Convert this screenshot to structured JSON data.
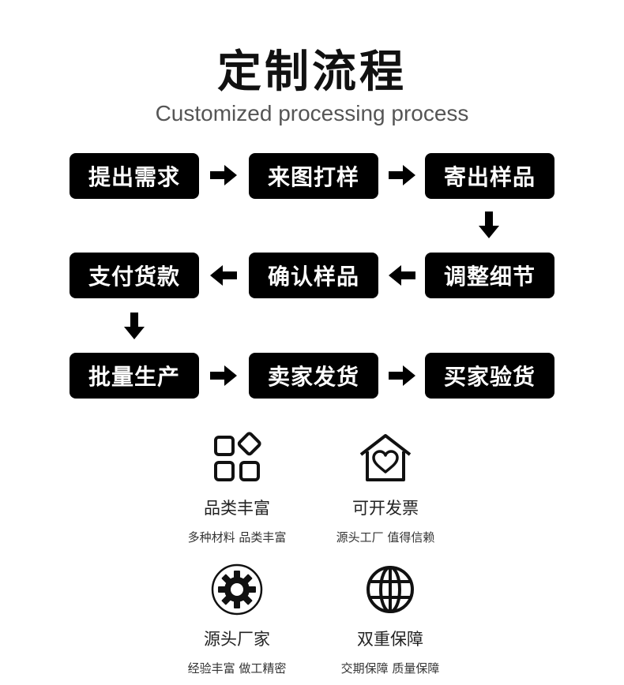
{
  "header": {
    "title": "定制流程",
    "subtitle": "Customized processing process"
  },
  "steps": [
    "提出需求",
    "来图打样",
    "寄出样品",
    "调整细节",
    "确认样品",
    "支付货款",
    "批量生产",
    "卖家发货",
    "买家验货"
  ],
  "features": [
    {
      "icon": "category-grid-icon",
      "title": "品类丰富",
      "subtitle": "多种材料 品类丰富"
    },
    {
      "icon": "house-heart-icon",
      "title": "可开发票",
      "subtitle": "源头工厂 值得信赖"
    },
    {
      "icon": "gear-wrench-icon",
      "title": "源头厂家",
      "subtitle": "经验丰富 做工精密"
    },
    {
      "icon": "globe-icon",
      "title": "双重保障",
      "subtitle": "交期保障 质量保障"
    }
  ],
  "colors": {
    "step_bg": "#000000",
    "step_text": "#ffffff"
  }
}
